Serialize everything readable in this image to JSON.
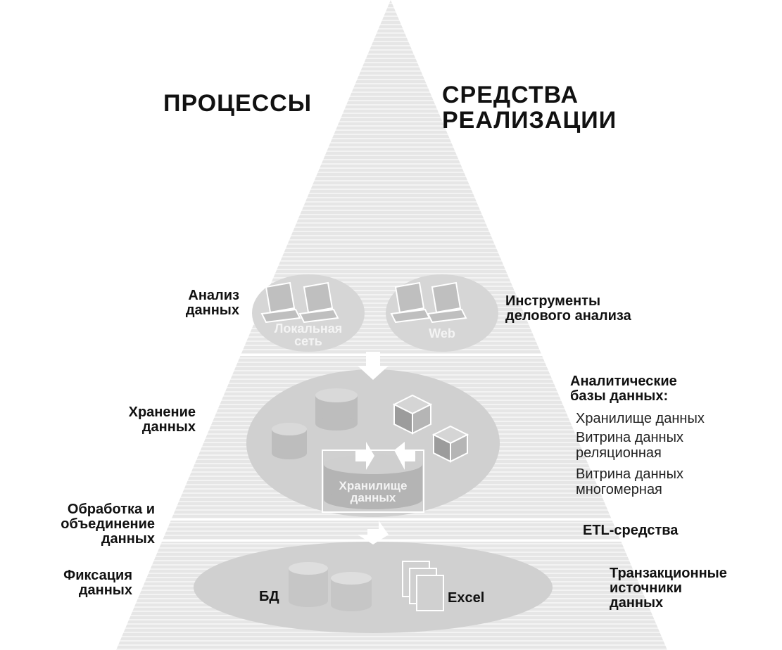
{
  "headers": {
    "processes": "ПРОЦЕССЫ",
    "tools_line1": "СРЕДСТВА",
    "tools_line2": "РЕАЛИЗАЦИИ"
  },
  "levels": {
    "analysis": {
      "process_line1": "Анализ",
      "process_line2": "данных",
      "tool_line1": "Инструменты",
      "tool_line2": "делового анализа",
      "local_net_line1": "Локальная",
      "local_net_line2": "сеть",
      "web": "Web"
    },
    "storage": {
      "process_line1": "Хранение",
      "process_line2": "данных",
      "tool_title_line1": "Аналитические",
      "tool_title_line2": "базы данных:",
      "items": [
        "Хранилище данных",
        "Витрина данных",
        "реляционная",
        "Витрина данных",
        "многомерная"
      ],
      "warehouse_line1": "Хранилище",
      "warehouse_line2": "данных"
    },
    "etl": {
      "process_line1": "Обработка и",
      "process_line2": "объединение",
      "process_line3": "данных",
      "tool": "ETL-средства"
    },
    "capture": {
      "process_line1": "Фиксация",
      "process_line2": "данных",
      "tool_line1": "Транзакционные",
      "tool_line2": "источники",
      "tool_line3": "данных",
      "db": "БД",
      "excel": "Excel"
    }
  },
  "colors": {
    "pyramid": "#e3e3e3",
    "ellipse": "#cfcfcf",
    "cylinder": "#bdbdbd",
    "text": "#111111"
  },
  "icons": [
    "laptop-icon",
    "database-icon",
    "cube-icon",
    "document-icon",
    "arrow-icon"
  ]
}
